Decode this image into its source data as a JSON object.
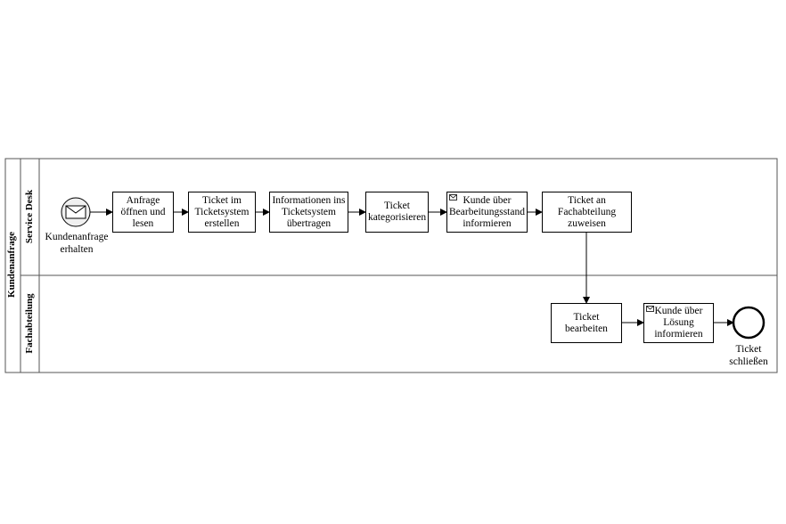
{
  "pool": {
    "label": "Kundenanfrage"
  },
  "lanes": [
    {
      "id": "service",
      "label": "Service Desk"
    },
    {
      "id": "fach",
      "label": "Fachabteilung"
    }
  ],
  "start_event": {
    "label": "Kundenanfrage\nerhalten",
    "type": "message-start",
    "icon": "envelope-icon"
  },
  "tasks": [
    {
      "id": "t1",
      "label": "Anfrage\nöffnen und\nlesen"
    },
    {
      "id": "t2",
      "label": "Ticket im\nTicketsystem\nerstellen"
    },
    {
      "id": "t3",
      "label": "Informationen ins\nTicketsystem\nübertragen"
    },
    {
      "id": "t4",
      "label": "Ticket\nkategorisieren"
    },
    {
      "id": "t5",
      "label": "Kunde über\nBearbeitungsstand\ninformieren",
      "type": "send",
      "icon": "envelope-icon"
    },
    {
      "id": "t6",
      "label": "Ticket an\nFachabteilung\nzuweisen"
    },
    {
      "id": "t7",
      "label": "Ticket\nbearbeiten"
    },
    {
      "id": "t8",
      "label": "Kunde über\nLösung\ninformieren",
      "type": "send",
      "icon": "envelope-icon"
    }
  ],
  "end_event": {
    "label": "Ticket\nschließen",
    "type": "end"
  },
  "flows": [
    [
      "start",
      "t1"
    ],
    [
      "t1",
      "t2"
    ],
    [
      "t2",
      "t3"
    ],
    [
      "t3",
      "t4"
    ],
    [
      "t4",
      "t5"
    ],
    [
      "t5",
      "t6"
    ],
    [
      "t6",
      "t7"
    ],
    [
      "t7",
      "t8"
    ],
    [
      "t8",
      "end"
    ]
  ],
  "colors": {
    "stroke": "#000000",
    "lane_border": "#555555",
    "start_fill": "#f0f0f0"
  }
}
